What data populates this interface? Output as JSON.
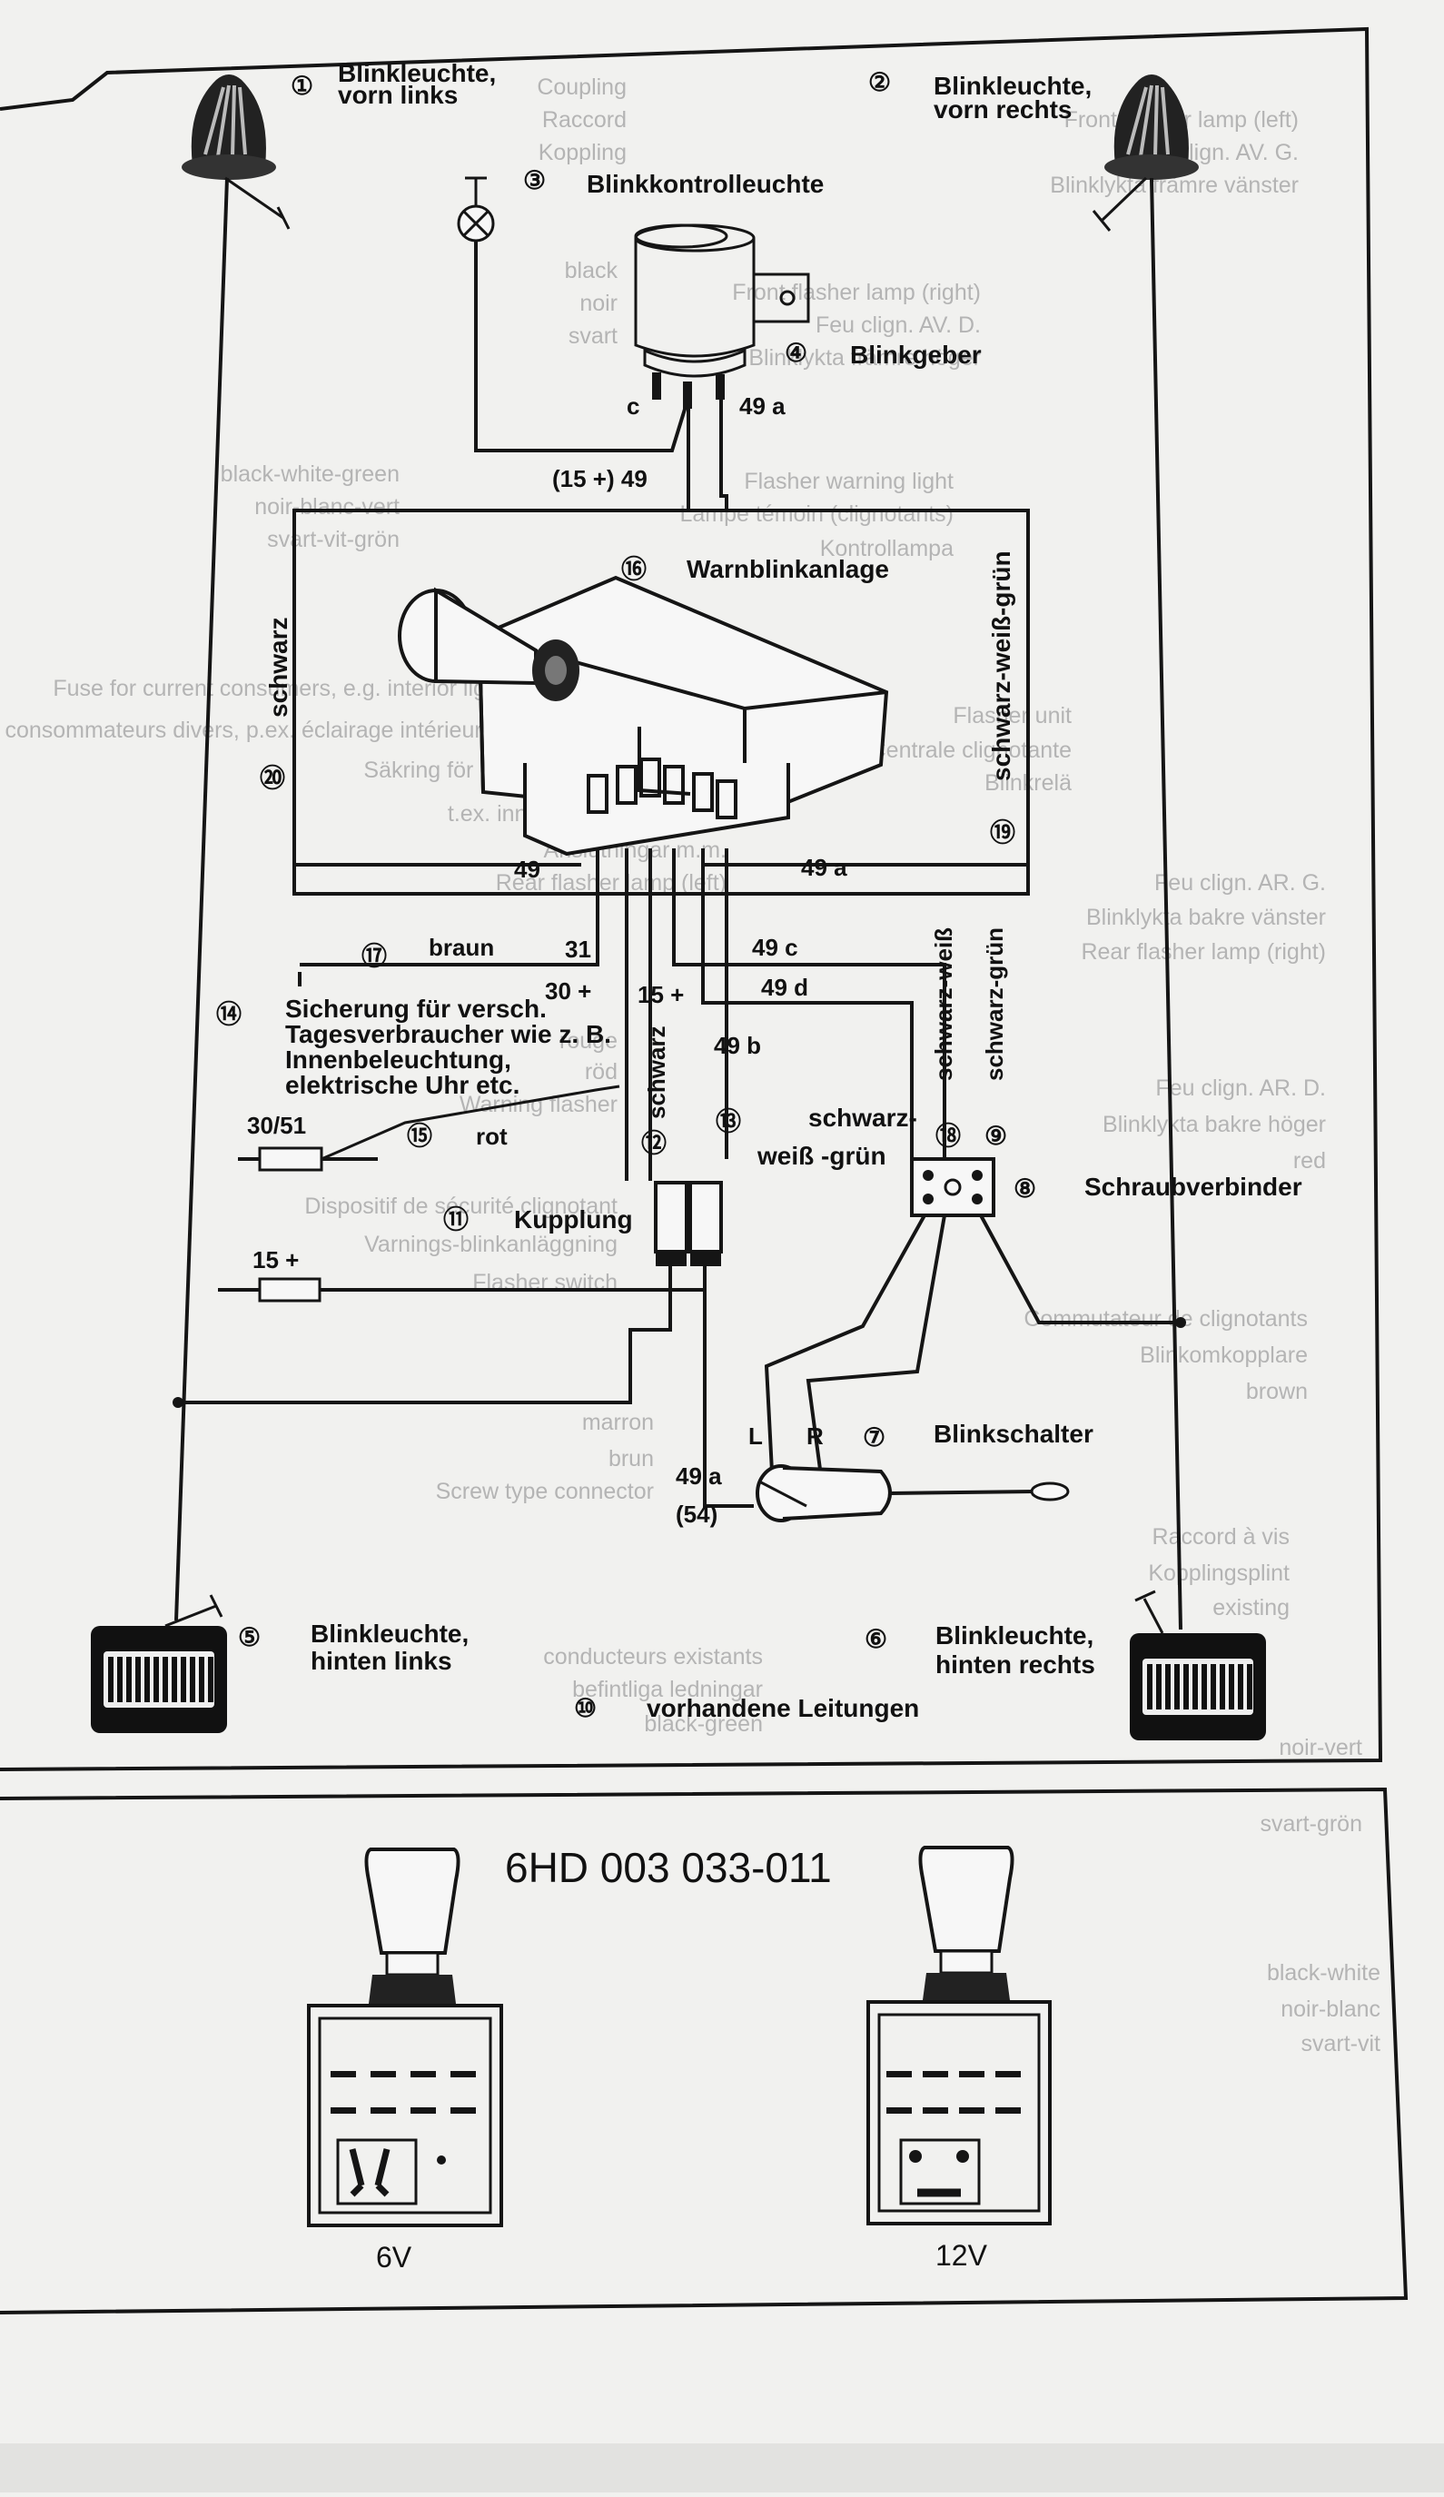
{
  "ghost_text": [
    "Front flasher lamp (left)",
    "Feu clign. AV. G.",
    "Blinklykta främre vänster",
    "Coupling",
    "Raccord",
    "Koppling",
    "black",
    "noir",
    "svart",
    "Front flasher lamp (right)",
    "Feu clign. AV. D.",
    "Blinklykta främre höger",
    "Flasher warning light",
    "Lampe témoin (clignotants)",
    "Kontrollampa",
    "black-white-green",
    "noir-blanc-vert",
    "svart-vit-grön",
    "Flasher unit",
    "Centrale clignotante",
    "Blinkrelä",
    "Fuse for current consumers, e.g. interior light, electric clock etc.",
    "Fusible pour consommateurs divers, p.ex. éclairage intérieur, montre de bord etc.",
    "Säkring för olika strömförbrukare,",
    "t.ex. innerbelysning, klocka,",
    "Anslutningar m.m.",
    "Rear flasher lamp (left)",
    "Feu clign. AR. G.",
    "Blinklykta bakre vänster",
    "Rear flasher lamp (right)",
    "Feu clign. AR. D.",
    "Blinklykta bakre höger",
    "red",
    "rouge",
    "röd",
    "Warning flasher",
    "Dispositif de sécurité clignotant",
    "Varnings-blinkanläggning",
    "Flasher switch",
    "Commutateur de clignotants",
    "Blinkomkopplare",
    "brown",
    "marron",
    "brun",
    "Screw type connector",
    "Raccord à vis",
    "Kopplingsplint",
    "existing",
    "conducteurs existants",
    "befintliga ledningar",
    "black-green",
    "noir-vert",
    "svart-grön",
    "black-white",
    "noir-blanc",
    "svart-vit"
  ],
  "components": {
    "c1": "①",
    "c1_label_1": "Blinkleuchte,",
    "c1_label_2": "vorn links",
    "c2": "②",
    "c2_label_1": "Blinkleuchte,",
    "c2_label_2": "vorn rechts",
    "c3": "③",
    "c3_label": "Blinkkontrolleuchte",
    "c4": "④",
    "c4_label": "Blinkgeber",
    "c5": "⑤",
    "c5_label_1": "Blinkleuchte,",
    "c5_label_2": "hinten links",
    "c6": "⑥",
    "c6_label_1": "Blinkleuchte,",
    "c6_label_2": "hinten rechts",
    "c7": "⑦",
    "c7_label": "Blinkschalter",
    "c8": "⑧",
    "c8_label": "Schraubverbinder",
    "c9": "⑨",
    "c10": "⑩",
    "c10_label": "vorhandene Leitungen",
    "c11": "⑪",
    "c11_label": "Kupplung",
    "c12": "⑫",
    "c13": "⑬",
    "c14": "⑭",
    "c14_label_1": "Sicherung für versch.",
    "c14_label_2": "Tagesverbraucher wie z. B.",
    "c14_label_3": "Innenbeleuchtung,",
    "c14_label_4": "elektrische Uhr etc.",
    "c15": "⑮",
    "c16": "⑯",
    "c16_label": "Warnblinkanlage",
    "c17": "⑰",
    "c18": "⑱",
    "c19": "⑲",
    "c20": "⑳"
  },
  "wires": {
    "schwarz": "schwarz",
    "schwarz_weiss_gruen": "schwarz-weiß-grün",
    "braun": "braun",
    "rot": "rot",
    "schwarz_weiss": "schwarz-weiß",
    "schwarz_gruen": "schwarz-grün",
    "schwarz_weiss_gruen_2a": "schwarz-",
    "schwarz_weiss_gruen_2b": "weiß -grün"
  },
  "terminals": {
    "c": "c",
    "t49": "49",
    "t49a": "49 a",
    "t15_49": "(15 +) 49",
    "t31": "31",
    "t30": "30 +",
    "t15": "15 +",
    "t49c": "49 c",
    "t49d": "49 d",
    "t49b": "49 b",
    "t30_51": "30/51",
    "t15plus": "15 +",
    "L": "L",
    "R": "R",
    "t49a_switch": "49 a",
    "t54": "(54)"
  },
  "part": {
    "number": "6HD 003 033-011",
    "variant_6v": "6V",
    "variant_12v": "12V"
  }
}
